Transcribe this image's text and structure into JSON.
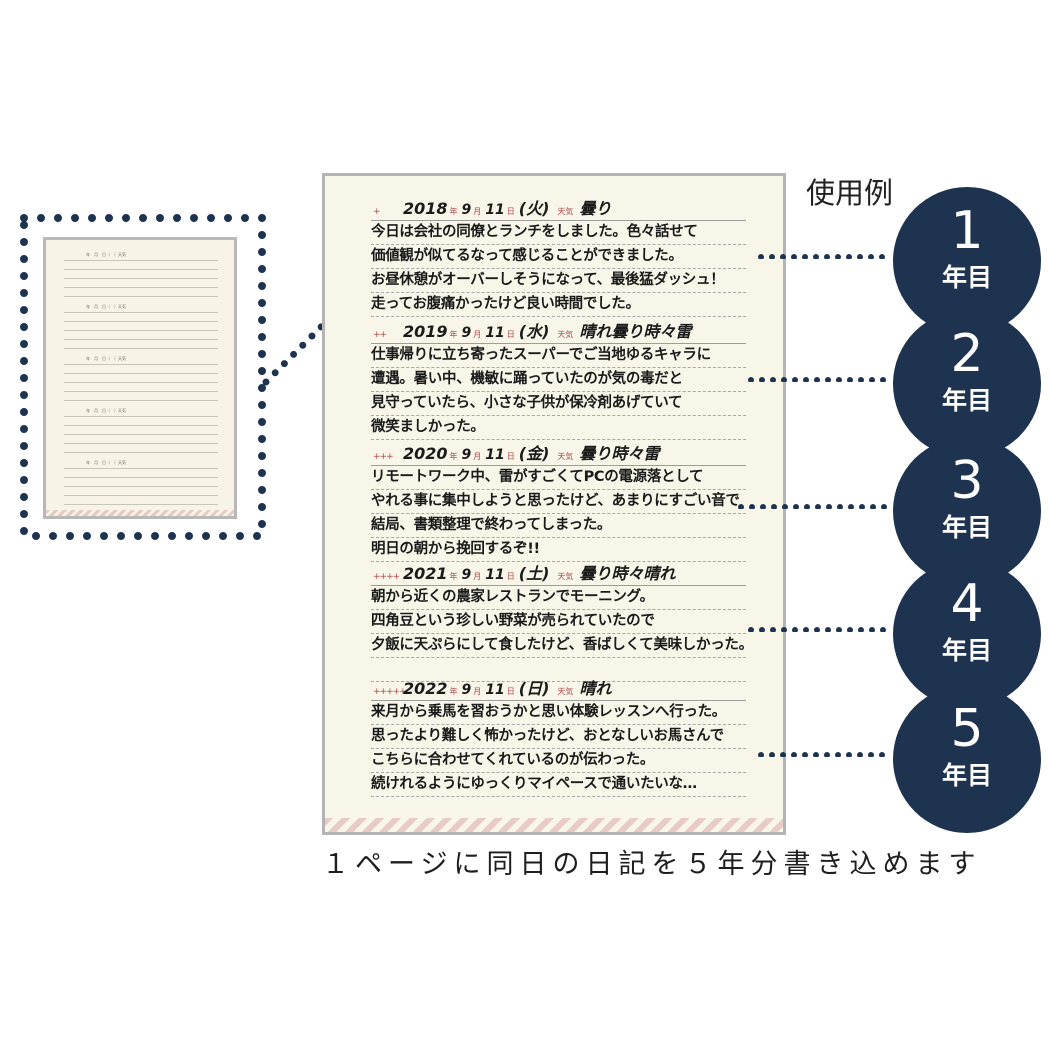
{
  "example_label": "使用例",
  "caption": "１ページに同日の日記を５年分書き込めます",
  "badges": [
    {
      "number": "1",
      "label": "年目"
    },
    {
      "number": "2",
      "label": "年目"
    },
    {
      "number": "3",
      "label": "年目"
    },
    {
      "number": "4",
      "label": "年目"
    },
    {
      "number": "5",
      "label": "年目"
    }
  ],
  "thumbnail_header": "年　月　日（　）天気",
  "units": {
    "year": "年",
    "month_day": "月",
    "day": "日",
    "weather": "天気"
  },
  "entries": [
    {
      "marks": "+",
      "year": "2018",
      "month": "9",
      "day": "11",
      "weekday": "(火)",
      "weather": "曇り",
      "lines": [
        "今日は会社の同僚とランチをしました。色々話せて",
        "価値観が似てるなって感じることができました。",
        "お昼休憩がオーバーしそうになって、最後猛ダッシュ！",
        "走ってお腹痛かったけど良い時間でした。"
      ]
    },
    {
      "marks": "++",
      "year": "2019",
      "month": "9",
      "day": "11",
      "weekday": "(水)",
      "weather": "晴れ曇り時々雷",
      "lines": [
        "仕事帰りに立ち寄ったスーパーでご当地ゆるキャラに",
        "遭遇。暑い中、機敏に踊っていたのが気の毒だと",
        "見守っていたら、小さな子供が保冷剤あげていて",
        "微笑ましかった。"
      ]
    },
    {
      "marks": "+++",
      "year": "2020",
      "month": "9",
      "day": "11",
      "weekday": "(金)",
      "weather": "曇り時々雷",
      "lines": [
        "リモートワーク中、雷がすごくてPCの電源落として",
        "やれる事に集中しようと思ったけど、あまりにすごい音で",
        "結局、書類整理で終わってしまった。",
        "明日の朝から挽回するぞ!!"
      ]
    },
    {
      "marks": "++++",
      "year": "2021",
      "month": "9",
      "day": "11",
      "weekday": "(土)",
      "weather": "曇り時々晴れ",
      "lines": [
        "朝から近くの農家レストランでモーニング。",
        "四角豆という珍しい野菜が売られていたので",
        "夕飯に天ぷらにして食したけど、香ばしくて美味しかった。",
        ""
      ]
    },
    {
      "marks": "+++++",
      "year": "2022",
      "month": "9",
      "day": "11",
      "weekday": "(日)",
      "weather": "晴れ",
      "lines": [
        "来月から乗馬を習おうかと思い体験レッスンへ行った。",
        "思ったより難しく怖かったけど、おとなしいお馬さんで",
        "こちらに合わせてくれているのが伝わった。",
        "続けれるようにゆっくりマイペースで通いたいな…"
      ]
    }
  ],
  "colors": {
    "badge": "#1e3350",
    "dots": "#1e3350",
    "page": "#f8f5e9",
    "accent": "#b04a4a"
  }
}
